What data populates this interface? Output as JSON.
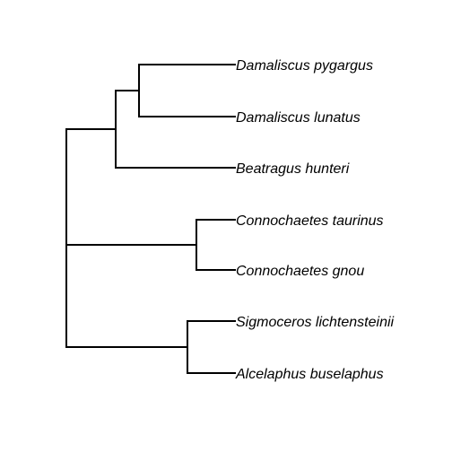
{
  "tree": {
    "tips": [
      {
        "id": "t1",
        "label": "Damaliscus pygargus"
      },
      {
        "id": "t2",
        "label": "Damaliscus lunatus"
      },
      {
        "id": "t3",
        "label": "Beatragus hunteri"
      },
      {
        "id": "t4",
        "label": "Connochaetes taurinus"
      },
      {
        "id": "t5",
        "label": "Connochaetes gnou"
      },
      {
        "id": "t6",
        "label": "Sigmoceros lichtensteinii"
      },
      {
        "id": "t7",
        "label": "Alcelaphus buselaphus"
      }
    ],
    "topology": "((Damaliscus pygargus,Damaliscus lunatus),Beatragus hunteri),(Connochaetes taurinus,Connochaetes gnou),(Sigmoceros lichtensteinii,Alcelaphus buselaphus)",
    "line_color": "#000000"
  }
}
